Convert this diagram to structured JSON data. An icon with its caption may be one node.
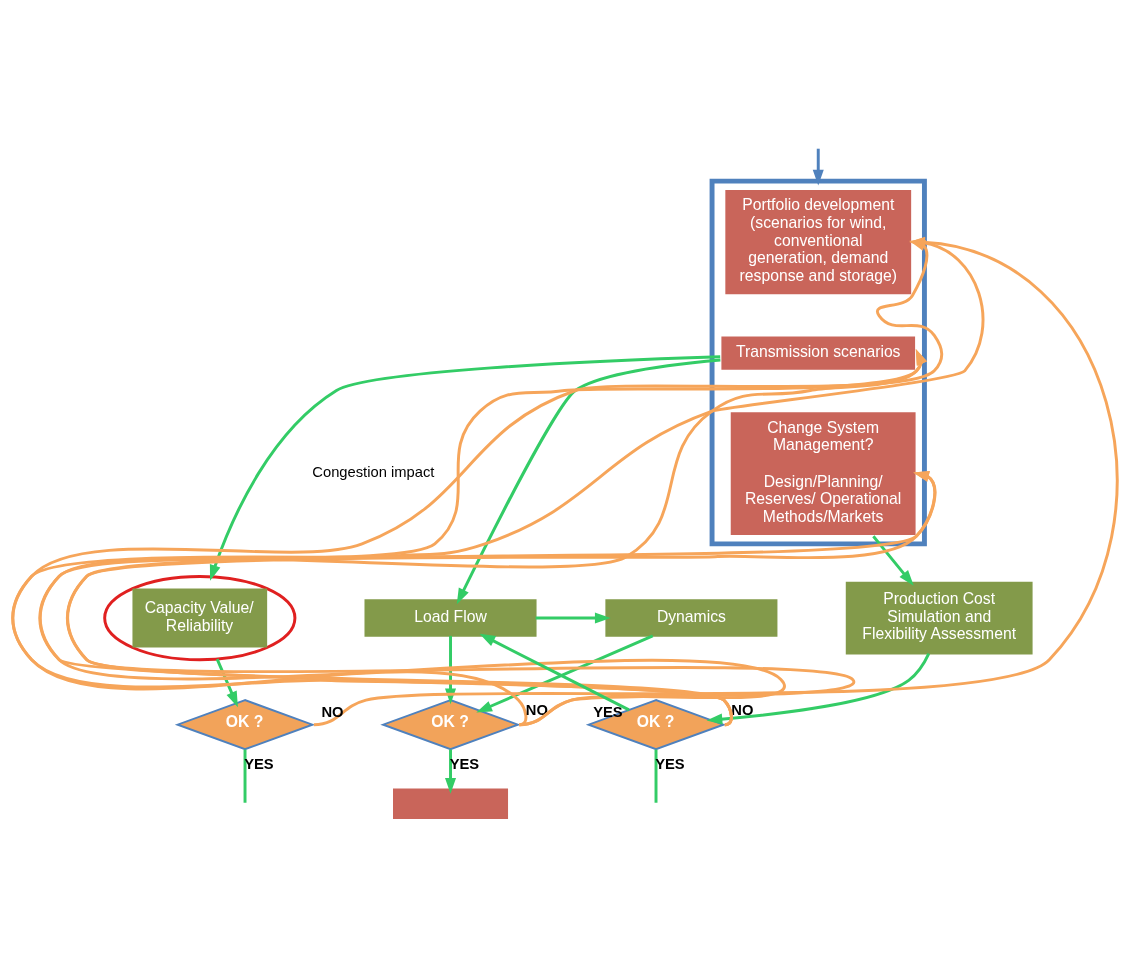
{
  "diagram": {
    "nodes": [
      {
        "text": [],
        "shape": "box"
      },
      {
        "text": [
          "Portfolio development (scenarios for wind, conventional generation, demand response and storage)"
        ],
        "in": 0
      },
      {
        "text": [
          "Transmission scenarios"
        ],
        "in": 0
      },
      {
        "text": [
          "Change System Management?",
          "Design/Planning/ Reserves/ Operational Methods/Markets"
        ],
        "in": 0
      },
      {
        "text": [
          "Capacity Value/ Reliability"
        ]
      },
      {
        "text": [
          "Dynamics"
        ]
      },
      {
        "text": [
          "Load Flow"
        ]
      },
      {
        "text": [
          "Production Cost Simulation and Flexibility Assessment"
        ]
      },
      {
        "text": [
          "OK ?"
        ]
      },
      {
        "text": [
          "OK ?"
        ]
      },
      {
        "text": [
          "OK ?"
        ]
      },
      {
        "text": [],
        "shape": "box"
      }
    ],
    "edges": [
      {
        "from": null,
        "to": 0,
        "arrow": "to",
        "color": "#4f81bd"
      },
      {
        "from": 2,
        "to": 4,
        "arrow": "to",
        "label": "Congestion impact"
      },
      {
        "from": 2,
        "to": 6,
        "arrow": "to"
      },
      {
        "from": 3,
        "to": 7,
        "arrow": "to"
      },
      {
        "from": 6,
        "to": 5,
        "arrow": "to"
      },
      {
        "from": 4,
        "to": 8,
        "arrow": "to"
      },
      {
        "from": 5,
        "to": 9,
        "arrow": "to"
      },
      {
        "from": 6,
        "to": 9,
        "arrow": "to"
      },
      {
        "from": 7,
        "to": 10,
        "arrow": "to"
      },
      {
        "from": 10,
        "to": 6,
        "arrow": "to",
        "label": "YES"
      },
      {
        "from": 8,
        "to": 1,
        "arrow": "to",
        "label": "NO",
        "color": "#f6a55a"
      },
      {
        "from": 8,
        "to": null,
        "arrow": "none",
        "label": "YES"
      },
      {
        "from": 9,
        "to": 1,
        "arrow": "to",
        "label": "NO",
        "color": "#f6a55a"
      },
      {
        "from": 9,
        "to": 2,
        "arrow": "to",
        "color": "#f6a55a"
      },
      {
        "from": 9,
        "to": 3,
        "arrow": "to",
        "color": "#f6a55a"
      },
      {
        "from": 10,
        "to": 1,
        "arrow": "to",
        "label": "NO",
        "color": "#f6a55a"
      },
      {
        "from": 10,
        "to": 2,
        "arrow": "to",
        "color": "#f6a55a"
      },
      {
        "from": 10,
        "to": 3,
        "arrow": "to",
        "color": "#f6a55a"
      },
      {
        "from": 9,
        "to": 11,
        "arrow": "to",
        "label": "YES"
      },
      {
        "from": 10,
        "to": null,
        "arrow": "none",
        "label": "YES"
      }
    ]
  }
}
